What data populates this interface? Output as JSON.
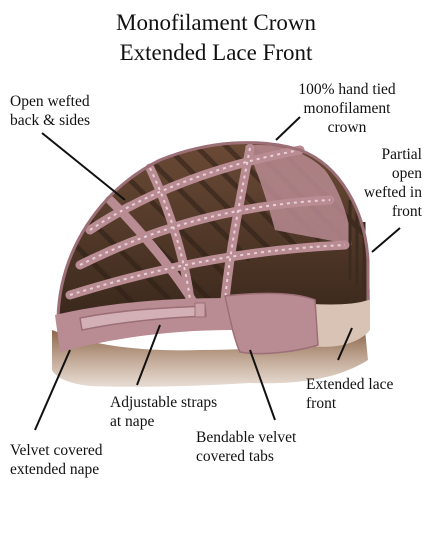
{
  "title": {
    "line1": "Monofilament Crown",
    "line2": "Extended Lace Front"
  },
  "labels": {
    "open_wefted": [
      "Open wefted",
      "back & sides"
    ],
    "hand_tied": [
      "100% hand tied",
      "monofilament",
      "crown"
    ],
    "partial_open": [
      "Partial",
      "open",
      "wefted in",
      "front"
    ],
    "extended_lace": [
      "Extended lace",
      "front"
    ],
    "adjustable_straps": [
      "Adjustable straps",
      "at nape"
    ],
    "velvet_nape": [
      "Velvet covered",
      "extended nape"
    ],
    "bendable_tabs": [
      "Bendable velvet",
      "covered tabs"
    ]
  },
  "colors": {
    "lace": "#b98b92",
    "lace_dark": "#9c6f77",
    "hair": "#6a4c38",
    "hair_dark": "#3e2b1f",
    "lace_front": "#d9c3b5"
  }
}
